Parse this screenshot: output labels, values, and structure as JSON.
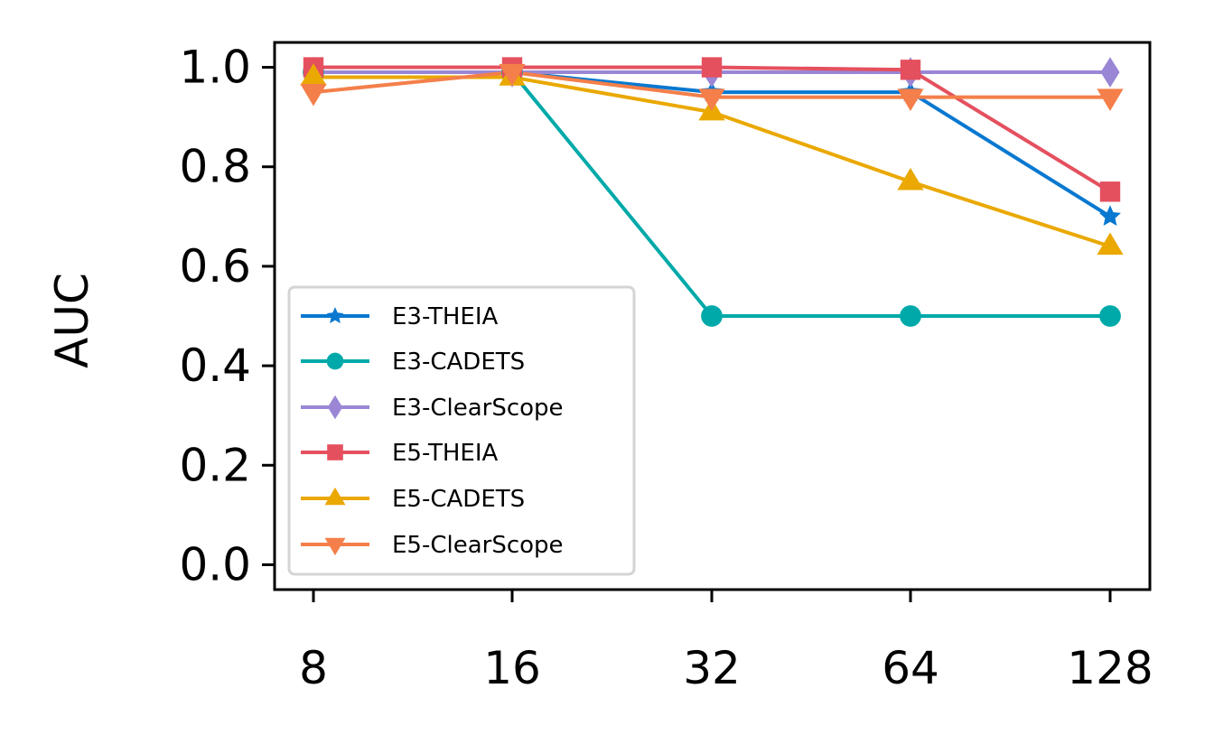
{
  "chart_data": {
    "type": "line",
    "xlabel": "",
    "ylabel": "AUC",
    "x": [
      8,
      16,
      32,
      64,
      128
    ],
    "x_tick_labels": [
      "8",
      "16",
      "32",
      "64",
      "128"
    ],
    "ylim": [
      -0.05,
      1.05
    ],
    "y_ticks": [
      0.0,
      0.2,
      0.4,
      0.6,
      0.8,
      1.0
    ],
    "y_tick_labels": [
      "0.0",
      "0.2",
      "0.4",
      "0.6",
      "0.8",
      "1.0"
    ],
    "grid": false,
    "legend_position": "lower-left",
    "series": [
      {
        "name": "E3-THEIA",
        "color": "#0878d0",
        "marker": "star",
        "values": [
          0.99,
          0.99,
          0.95,
          0.95,
          0.7
        ]
      },
      {
        "name": "E3-CADETS",
        "color": "#00a9a9",
        "marker": "circle",
        "values": [
          0.99,
          0.99,
          0.5,
          0.5,
          0.5
        ]
      },
      {
        "name": "E3-ClearScope",
        "color": "#9a86d5",
        "marker": "diamond",
        "values": [
          0.99,
          0.99,
          0.99,
          0.99,
          0.99
        ]
      },
      {
        "name": "E5-THEIA",
        "color": "#e5505f",
        "marker": "square",
        "values": [
          1.0,
          1.0,
          1.0,
          0.995,
          0.75
        ]
      },
      {
        "name": "E5-CADETS",
        "color": "#eaa800",
        "marker": "triangle-up",
        "values": [
          0.98,
          0.98,
          0.91,
          0.77,
          0.64
        ]
      },
      {
        "name": "E5-ClearScope",
        "color": "#f47f4a",
        "marker": "triangle-down",
        "values": [
          0.95,
          0.99,
          0.94,
          0.94,
          0.94
        ]
      }
    ]
  }
}
